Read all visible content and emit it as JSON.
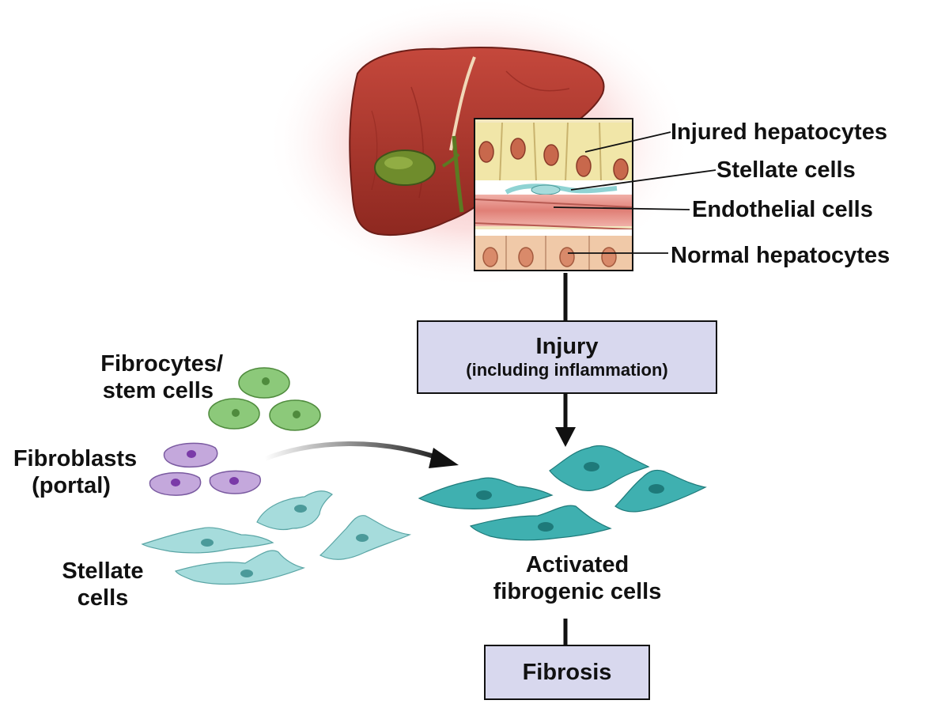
{
  "callouts": {
    "injured_hepatocytes": "Injured hepatocytes",
    "stellate_cells": "Stellate cells",
    "endothelial_cells": "Endothelial cells",
    "normal_hepatocytes": "Normal hepatocytes"
  },
  "injury_box": {
    "title": "Injury",
    "subtitle": "(including inflammation)"
  },
  "sources": {
    "fibrocytes_line1": "Fibrocytes/",
    "fibrocytes_line2": "stem cells",
    "fibroblasts_line1": "Fibroblasts",
    "fibroblasts_line2": "(portal)",
    "stellate_line1": "Stellate",
    "stellate_line2": "cells"
  },
  "activated": {
    "line1": "Activated",
    "line2": "fibrogenic cells"
  },
  "fibrosis_box": {
    "title": "Fibrosis"
  },
  "colors": {
    "liver": "#a8322a",
    "halo": "#f4b3b3",
    "gallbladder": "#6f8c2c",
    "inset_bg": "#f3e8c0",
    "vessel": "#e5928a",
    "box_fill": "#d8d8ee",
    "fibrocyte": "#8cc97a",
    "fibroblast": "#c4a8dc",
    "stellate_quiescent": "#a6dcdc",
    "activated_cell": "#3fb0b0"
  }
}
